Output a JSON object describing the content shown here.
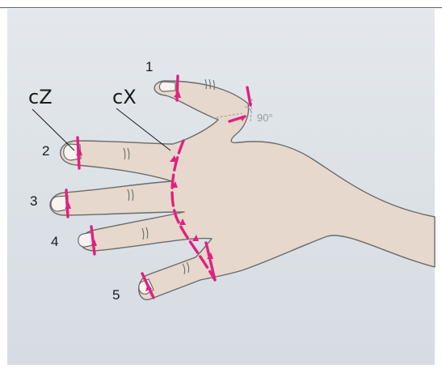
{
  "finger_labels": {
    "thumb": "1",
    "index": "2",
    "middle": "3",
    "ring": "4",
    "little": "5"
  },
  "measure_labels": {
    "finger_tip": "cZ",
    "palm": "cX"
  },
  "angle_label": "90°",
  "colors": {
    "skin": "#e6d8cc",
    "outline": "#6b6b6b",
    "measure": "#e0217f",
    "leader": "#1a1a1a",
    "background": "#dde2e7"
  }
}
